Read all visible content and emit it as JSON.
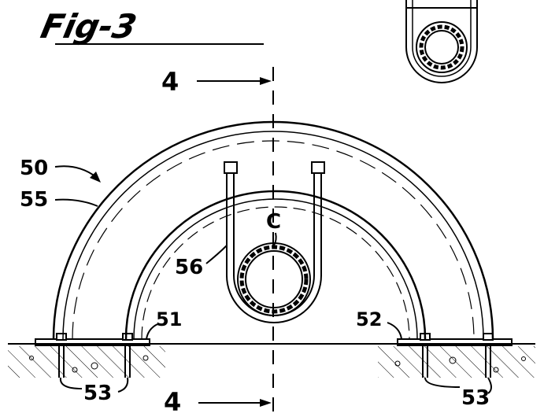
{
  "figure": {
    "title": "Fig-3",
    "labels": {
      "section_top": "4",
      "section_bottom": "4",
      "ref_50": "50",
      "ref_55": "55",
      "ref_56": "56",
      "ref_c": "C",
      "ref_51": "51",
      "ref_52": "52",
      "ref_53_left": "53",
      "ref_53_right": "53"
    }
  }
}
